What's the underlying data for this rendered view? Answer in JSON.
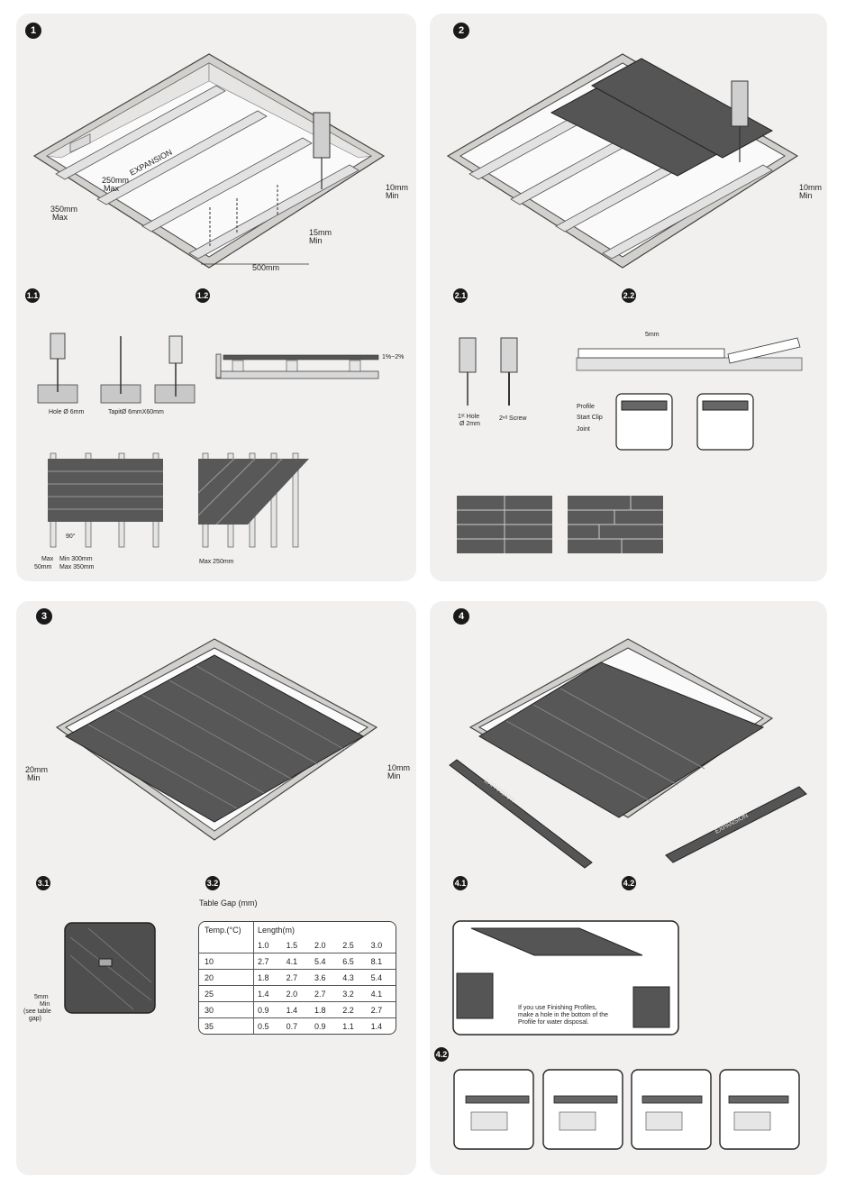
{
  "steps": {
    "s1": "1",
    "s2": "2",
    "s3": "3",
    "s4": "4",
    "s11": "1.1",
    "s12": "1.2",
    "s21": "2.1",
    "s22": "2.2",
    "s31": "3.1",
    "s32": "3.2",
    "s41": "4.1",
    "s42": "4.2",
    "s42b": "4.2"
  },
  "step1": {
    "dim_250": "250mm",
    "dim_250_q": "Max",
    "expansion": "EXPANSION",
    "dim_350": "350mm",
    "dim_350_q": "Max",
    "dim_10": "10mm",
    "dim_10_q": "Min",
    "dim_15": "15mm",
    "dim_15_q": "Min",
    "dim_500": "500mm"
  },
  "step11": {
    "hole": "Hole Ø 6mm",
    "tapit": "TapitØ 6mmX60mm"
  },
  "step12": {
    "slope": "1%~2%"
  },
  "layout": {
    "angle": "90°",
    "max50": "Max",
    "max50_v": "50mm",
    "min300": "Min 300mm",
    "max350": "Max 350mm",
    "max250": "Max 250mm"
  },
  "step2": {
    "dim_10": "10mm",
    "dim_10_q": "Min"
  },
  "step21": {
    "hole_a": "1ˢᵗ Hole",
    "hole_b": "Ø 2mm",
    "screw": "2ⁿᵈ Screw"
  },
  "step22": {
    "gap": "5mm",
    "profile": "Profile",
    "clip": "Start Clip",
    "joint": "Joint"
  },
  "step3": {
    "dim_20": "20mm",
    "dim_20_q": "Min",
    "dim_10": "10mm",
    "dim_10_q": "Min"
  },
  "step31": {
    "l1": "5mm",
    "l2": "Min",
    "l3": "(see table",
    "l4": "gap)"
  },
  "step32": {
    "title": "Table Gap (mm)",
    "temp_header": "Temp.(°C)",
    "length_header": "Length(m)",
    "lengths": [
      "1.0",
      "1.5",
      "2.0",
      "2.5",
      "3.0"
    ],
    "rows": [
      {
        "temp": "10",
        "values": [
          "2.7",
          "4.1",
          "5.4",
          "6.5",
          "8.1"
        ]
      },
      {
        "temp": "20",
        "values": [
          "1.8",
          "2.7",
          "3.6",
          "4.3",
          "5.4"
        ]
      },
      {
        "temp": "25",
        "values": [
          "1.4",
          "2.0",
          "2.7",
          "3.2",
          "4.1"
        ]
      },
      {
        "temp": "30",
        "values": [
          "0.9",
          "1.4",
          "1.8",
          "2.2",
          "2.7"
        ]
      },
      {
        "temp": "35",
        "values": [
          "0.5",
          "0.7",
          "0.9",
          "1.1",
          "1.4"
        ]
      }
    ]
  },
  "step4": {
    "exp_left": "EXPANSION",
    "exp_right": "EXPANSION"
  },
  "step41": {
    "note1": "If you use Finishing Profiles,",
    "note2": "make a hole in the bottom of the",
    "note3": "Profile for water disposal."
  },
  "colors": {
    "board": "#555555",
    "panel": "#f1f0ee",
    "joist": "#dcdcdc",
    "frame": "#c9c7c4"
  }
}
